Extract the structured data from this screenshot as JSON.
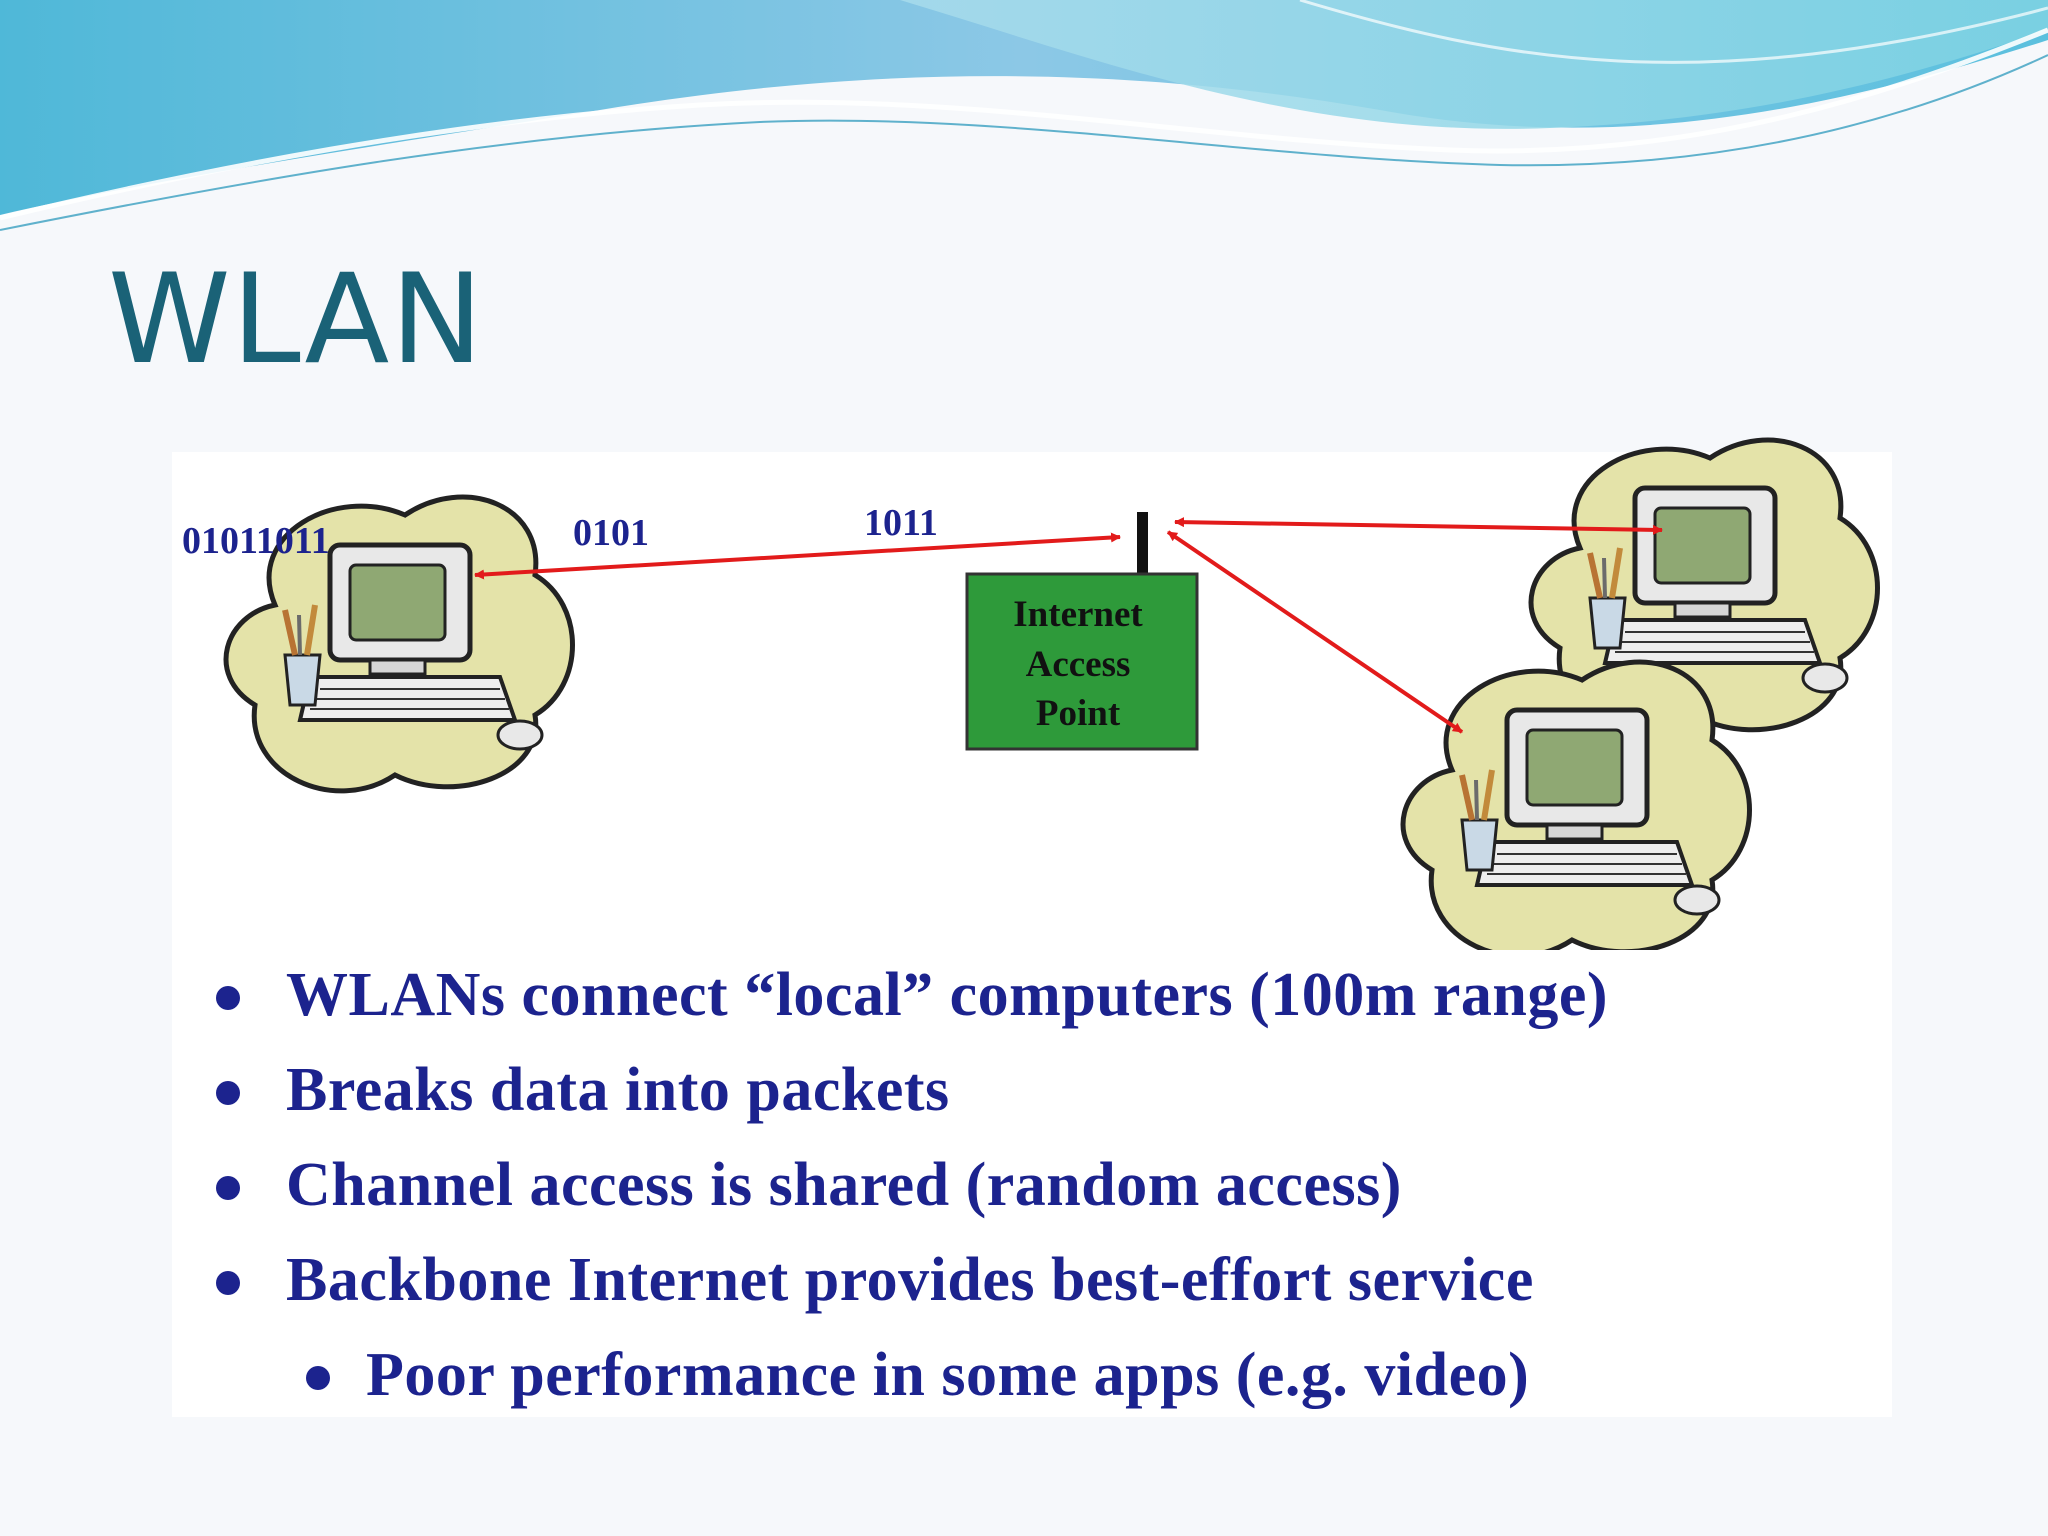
{
  "slide": {
    "title": "WLAN"
  },
  "diagram": {
    "bit_labels": [
      "01011011",
      "0101",
      "1011"
    ],
    "access_point_lines": [
      "Internet",
      "Access",
      "Point"
    ],
    "colors": {
      "bits": "#1c238e",
      "arrow": "#e21b1b",
      "access_point_fill": "#2e9a3a",
      "title": "#1a6277"
    }
  },
  "bullets": [
    {
      "text": "WLANs connect “local” computers (100m range)",
      "level": 1
    },
    {
      "text": "Breaks data into packets",
      "level": 1
    },
    {
      "text": "Channel access is shared (random access)",
      "level": 1
    },
    {
      "text": "Backbone Internet provides best-effort service",
      "level": 1
    },
    {
      "text": "Poor performance in some apps (e.g. video)",
      "level": 2
    }
  ],
  "icons": [
    "desktop-computer-icon",
    "antenna-icon"
  ]
}
